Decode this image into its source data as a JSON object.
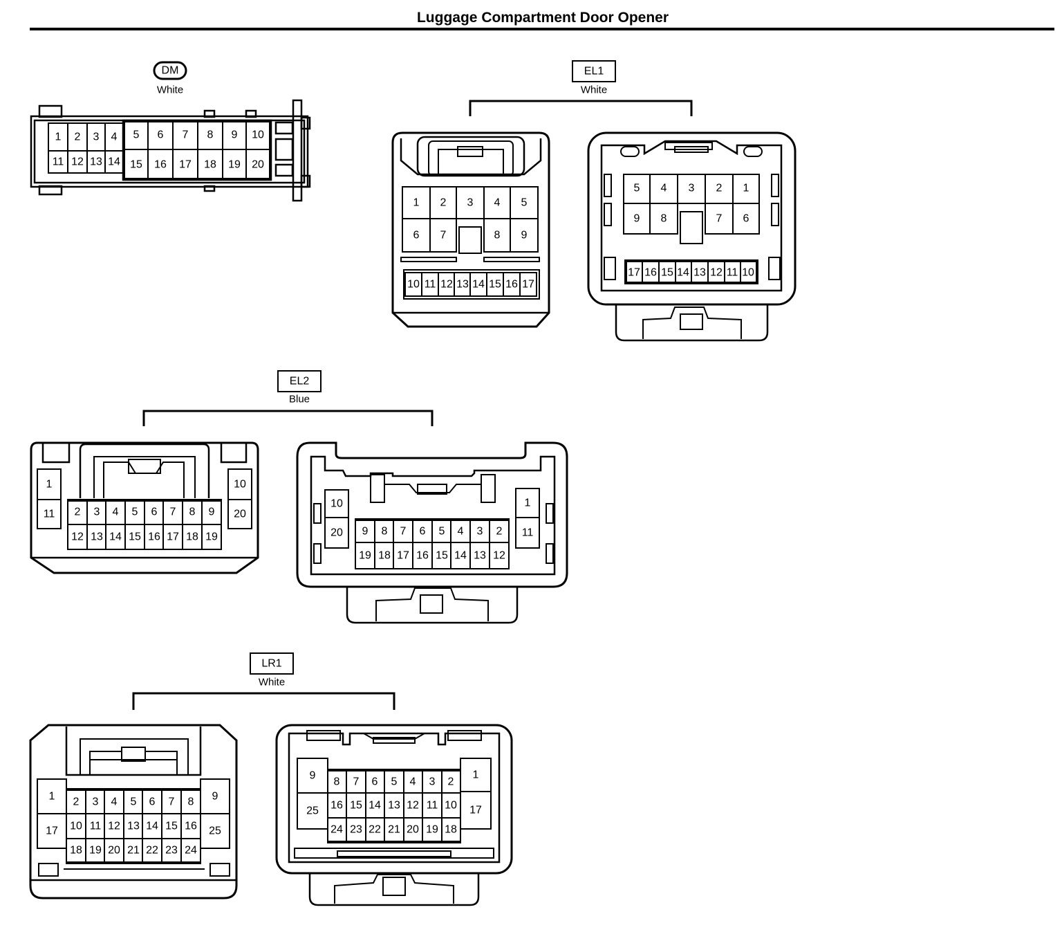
{
  "title": "Luggage Compartment Door Opener",
  "connectors": [
    {
      "code": "DM",
      "color": "White",
      "views": [
        {
          "grid": [
            [
              "1",
              "2",
              "3",
              "4",
              "5",
              "6",
              "7",
              "8",
              "9",
              "10"
            ],
            [
              "11",
              "12",
              "13",
              "14",
              "15",
              "16",
              "17",
              "18",
              "19",
              "20"
            ]
          ]
        }
      ]
    },
    {
      "code": "EL1",
      "color": "White",
      "views": [
        {
          "grid": [
            [
              "1",
              "2",
              "3",
              "4",
              "5"
            ],
            [
              "6",
              "7",
              "",
              "8",
              "9"
            ],
            [
              "10",
              "11",
              "12",
              "13",
              "14",
              "15",
              "16",
              "17"
            ]
          ]
        },
        {
          "grid": [
            [
              "5",
              "4",
              "3",
              "2",
              "1"
            ],
            [
              "9",
              "8",
              "",
              "7",
              "6"
            ],
            [
              "17",
              "16",
              "15",
              "14",
              "13",
              "12",
              "11",
              "10"
            ]
          ]
        }
      ]
    },
    {
      "code": "EL2",
      "color": "Blue",
      "views": [
        {
          "grid": [
            [
              "1",
              "2",
              "3",
              "4",
              "5",
              "6",
              "7",
              "8",
              "9",
              "10"
            ],
            [
              "11",
              "12",
              "13",
              "14",
              "15",
              "16",
              "17",
              "18",
              "19",
              "20"
            ]
          ]
        },
        {
          "grid": [
            [
              "10",
              "9",
              "8",
              "7",
              "6",
              "5",
              "4",
              "3",
              "2",
              "1"
            ],
            [
              "20",
              "19",
              "18",
              "17",
              "16",
              "15",
              "14",
              "13",
              "12",
              "11"
            ]
          ]
        }
      ]
    },
    {
      "code": "LR1",
      "color": "White",
      "views": [
        {
          "grid": [
            [
              "1",
              "2",
              "3",
              "4",
              "5",
              "6",
              "7",
              "8",
              "9"
            ],
            [
              "17",
              "10",
              "11",
              "12",
              "13",
              "14",
              "15",
              "16",
              "25"
            ],
            [
              "18",
              "19",
              "20",
              "21",
              "22",
              "23",
              "24"
            ]
          ]
        },
        {
          "grid": [
            [
              "9",
              "8",
              "7",
              "6",
              "5",
              "4",
              "3",
              "2",
              "1"
            ],
            [
              "25",
              "16",
              "15",
              "14",
              "13",
              "12",
              "11",
              "10",
              "17"
            ],
            [
              "24",
              "23",
              "22",
              "21",
              "20",
              "19",
              "18"
            ]
          ]
        }
      ]
    }
  ]
}
